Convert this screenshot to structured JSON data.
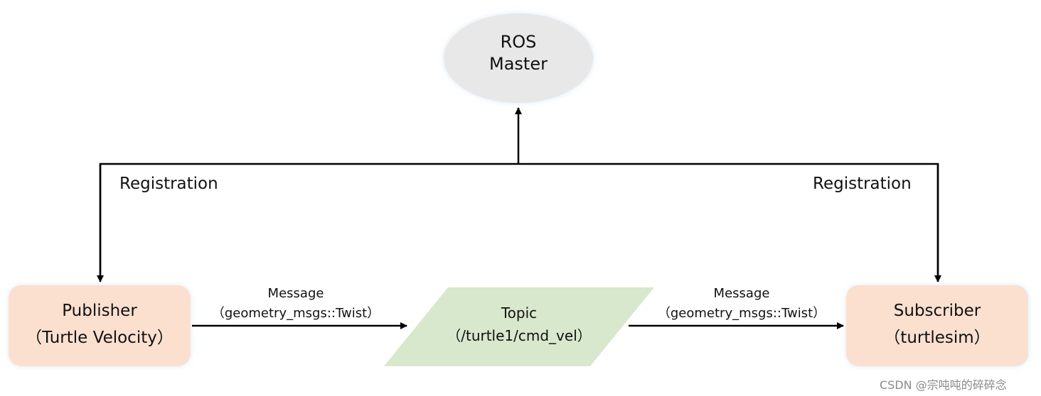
{
  "nodes": {
    "master": {
      "line1": "ROS",
      "line2": "Master"
    },
    "publisher": {
      "line1": "Publisher",
      "line2": "（Turtle Velocity）"
    },
    "topic": {
      "line1": "Topic",
      "line2": "（/turtle1/cmd_vel）"
    },
    "subscriber": {
      "line1": "Subscriber",
      "line2": "（turtlesim）"
    }
  },
  "labels": {
    "registration_left": "Registration",
    "registration_right": "Registration",
    "message_left": {
      "line1": "Message",
      "line2": "（geometry_msgs::Twist）"
    },
    "message_right": {
      "line1": "Message",
      "line2": "（geometry_msgs::Twist）"
    }
  },
  "watermark": "CSDN @宗吨吨的碎碎念",
  "colors": {
    "master_fill": "#e8e8e8",
    "node_fill": "#fbe0cf",
    "topic_fill": "#d8e8cc",
    "line": "#000000"
  }
}
